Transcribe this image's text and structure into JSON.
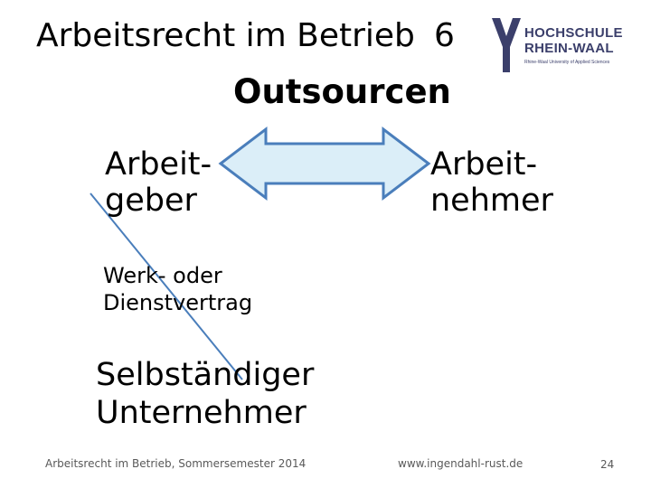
{
  "header": {
    "title": "Arbeitsrecht im Betrieb",
    "title_number": "6",
    "subtitle": "Outsourcen"
  },
  "logo": {
    "name_line1": "HOCHSCHULE",
    "name_line2": "RHEIN-WAAL",
    "tagline": "Rhine-Waal University of Applied Sciences",
    "color": "#3b3f6b"
  },
  "diagram": {
    "left_party": {
      "line1": "Arbeit-",
      "line2": "geber"
    },
    "right_party": {
      "line1": "Arbeit-",
      "line2": "nehmer"
    },
    "arrow": {
      "type": "double-arrow",
      "fill": "#dbeef8",
      "stroke": "#4a7ebb"
    },
    "contract": {
      "line1": "Werk- oder",
      "line2": "Dienstvertrag"
    },
    "selbst": {
      "line1": "Selbständiger",
      "line2": "Unternehmer"
    },
    "connector_color": "#4a7ebb"
  },
  "footer": {
    "left": "Arbeitsrecht im Betrieb, Sommersemester 2014",
    "center": "www.ingendahl-rust.de",
    "page": "24"
  }
}
